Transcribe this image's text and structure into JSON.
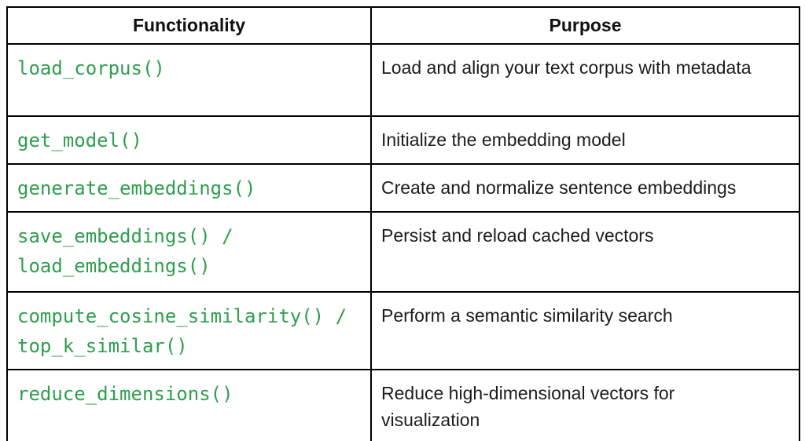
{
  "table": {
    "headers": {
      "functionality": "Functionality",
      "purpose": "Purpose"
    },
    "rows": [
      {
        "functionality": "load_corpus()",
        "purpose": "Load and align your text corpus with metadata"
      },
      {
        "functionality": "get_model()",
        "purpose": "Initialize the embedding model"
      },
      {
        "functionality": "generate_embeddings()",
        "purpose": "Create and normalize sentence embeddings"
      },
      {
        "functionality": "save_embeddings() /\nload_embeddings()",
        "purpose": "Persist and reload cached vectors"
      },
      {
        "functionality": "compute_cosine_similarity() /\ntop_k_similar()",
        "purpose": "Perform a semantic similarity search"
      },
      {
        "functionality": "reduce_dimensions()",
        "purpose": "Reduce high-dimensional vectors for\nvisualization"
      }
    ],
    "colors": {
      "code_green": "#2f9e4e",
      "border_black": "#000000",
      "body_text": "#1c1c1c"
    }
  }
}
